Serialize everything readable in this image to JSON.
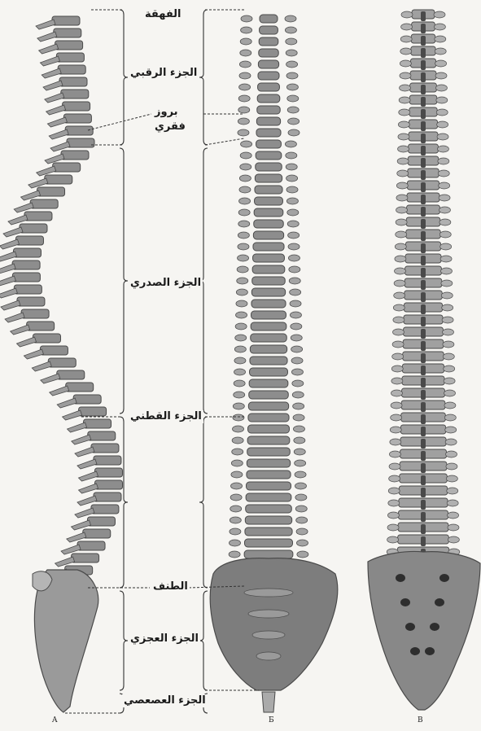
{
  "labels": {
    "atlas": "الفهقة",
    "cervical": "الجزء الرقبي",
    "prominens_1": "بروز",
    "prominens_2": "فقري",
    "thoracic": "الجزء الصدري",
    "lumbar": "الجزء القطني",
    "promontory": "الطنف",
    "sacral": "الجزء العجزي",
    "coccygeal": "الجزء العصعصي"
  },
  "views": {
    "lateral": "A",
    "anterior": "Б",
    "posterior": "В"
  },
  "colors": {
    "ink": "#1a1a1a",
    "bone": "#8d8d8d",
    "bone_dark": "#4a4a4a",
    "paper": "#f6f5f2"
  }
}
